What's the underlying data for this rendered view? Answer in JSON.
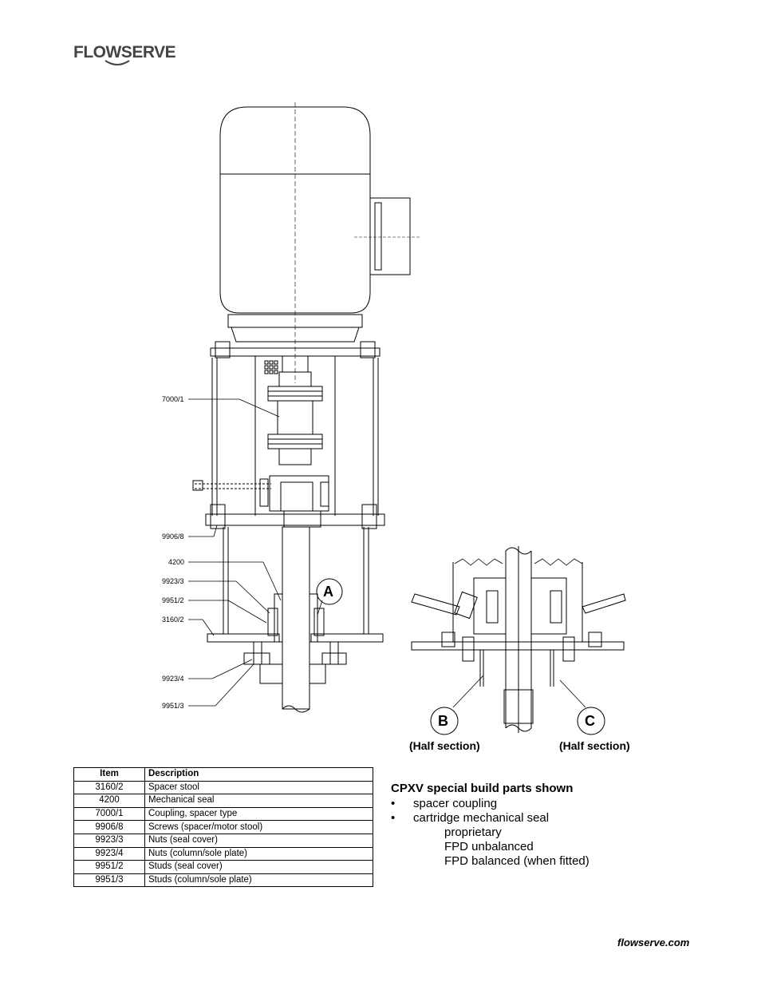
{
  "header": {
    "logo_text": "FLOWSERVE"
  },
  "drawing": {
    "callouts": [
      "7000/1",
      "9906/8",
      "4200",
      "9923/3",
      "9951/2",
      "3160/2",
      "9923/4",
      "9951/3"
    ],
    "detail_markers": {
      "a": "A",
      "b": "B",
      "c": "C"
    },
    "half_section_b": "(Half section)",
    "half_section_c": "(Half section)"
  },
  "parts_table": {
    "headers": {
      "item": "Item",
      "description": "Description"
    },
    "rows": [
      {
        "item": "3160/2",
        "description": "Spacer stool"
      },
      {
        "item": "4200",
        "description": "Mechanical seal"
      },
      {
        "item": "7000/1",
        "description": "Coupling, spacer type"
      },
      {
        "item": "9906/8",
        "description": "Screws (spacer/motor stool)"
      },
      {
        "item": "9923/3",
        "description": "Nuts (seal cover)"
      },
      {
        "item": "9923/4",
        "description": "Nuts (column/sole plate)"
      },
      {
        "item": "9951/2",
        "description": "Studs (seal cover)"
      },
      {
        "item": "9951/3",
        "description": "Studs (column/sole plate)"
      }
    ]
  },
  "notes": {
    "title": "CPXV special build parts shown",
    "bullets": [
      "spacer coupling",
      "cartridge mechanical seal"
    ],
    "sub_items": [
      "proprietary",
      "FPD unbalanced",
      "FPD balanced (when fitted)"
    ]
  },
  "footer": {
    "url": "flowserve.com"
  }
}
